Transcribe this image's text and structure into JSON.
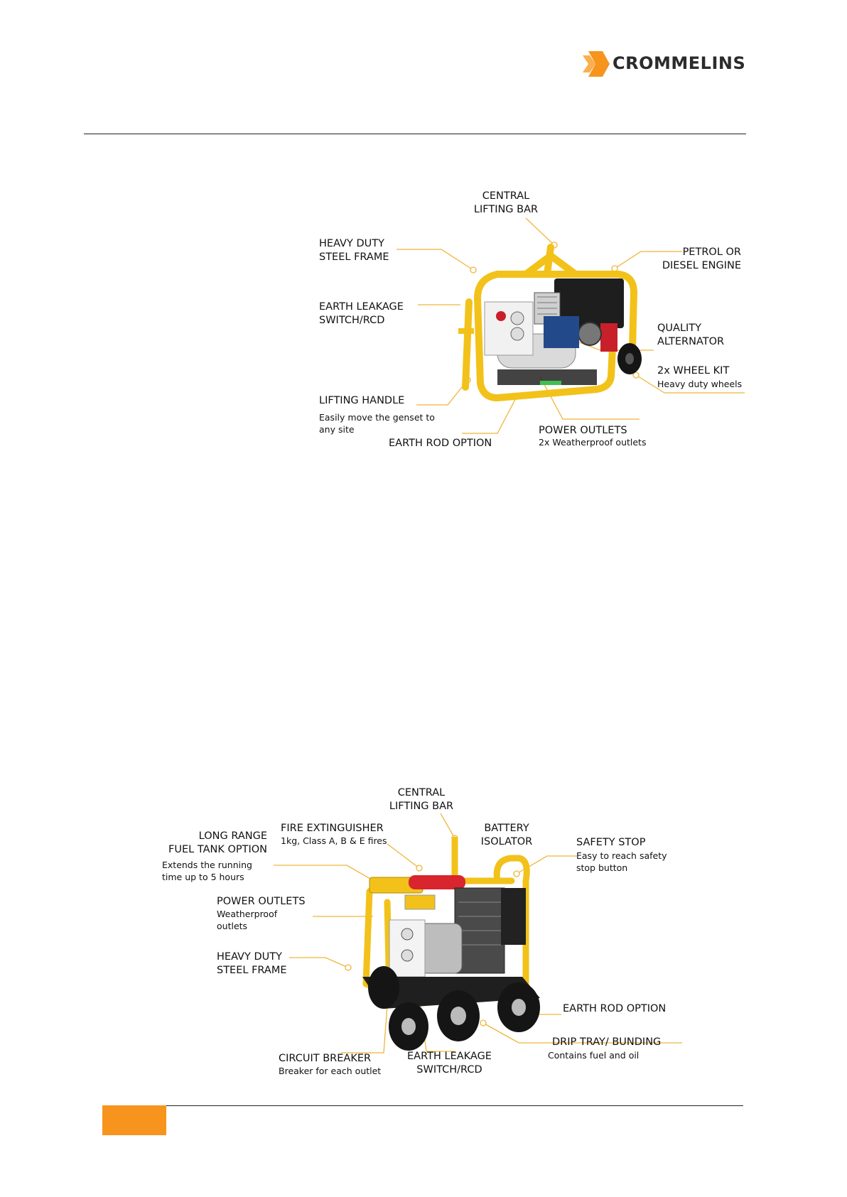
{
  "brand": {
    "name": "CROMMELINS",
    "accent": "#f7941d"
  },
  "figure1": {
    "labels": {
      "central_lifting_bar": [
        "CENTRAL",
        "LIFTING BAR"
      ],
      "heavy_duty_frame": [
        "HEAVY DUTY",
        "STEEL FRAME"
      ],
      "petrol_diesel": [
        "PETROL OR",
        "DIESEL ENGINE"
      ],
      "earth_leakage": [
        "EARTH LEAKAGE",
        "SWITCH/RCD"
      ],
      "quality_alternator": [
        "QUALITY",
        "ALTERNATOR"
      ],
      "wheel_kit": "2x WHEEL KIT",
      "wheel_kit_sub": "Heavy duty wheels",
      "lifting_handle": "LIFTING HANDLE",
      "lifting_handle_sub": [
        "Easily move the genset to",
        "any site"
      ],
      "earth_rod": "EARTH ROD OPTION",
      "power_outlets": "POWER OUTLETS",
      "power_outlets_sub": "2x Weatherproof outlets"
    }
  },
  "figure2": {
    "labels": {
      "central_lifting_bar": [
        "CENTRAL",
        "LIFTING BAR"
      ],
      "long_range_fuel": [
        "LONG RANGE",
        "FUEL TANK OPTION"
      ],
      "long_range_fuel_sub": [
        "Extends the running",
        "time up to 5 hours"
      ],
      "fire_extinguisher": "FIRE EXTINGUISHER",
      "fire_extinguisher_sub": "1kg, Class A, B & E fires",
      "battery_isolator": [
        "BATTERY",
        "ISOLATOR"
      ],
      "safety_stop": "SAFETY STOP",
      "safety_stop_sub": [
        "Easy to reach safety",
        "stop button"
      ],
      "power_outlets": "POWER OUTLETS",
      "power_outlets_sub": [
        "Weatherproof",
        "outlets"
      ],
      "heavy_duty_frame": [
        "HEAVY DUTY",
        "STEEL FRAME"
      ],
      "earth_rod": "EARTH ROD OPTION",
      "drip_tray": "DRIP TRAY/ BUNDING",
      "drip_tray_sub": "Contains fuel and oil",
      "circuit_breaker": "CIRCUIT BREAKER",
      "circuit_breaker_sub": "Breaker for each outlet",
      "earth_leakage": [
        "EARTH LEAKAGE",
        "SWITCH/RCD"
      ]
    }
  }
}
